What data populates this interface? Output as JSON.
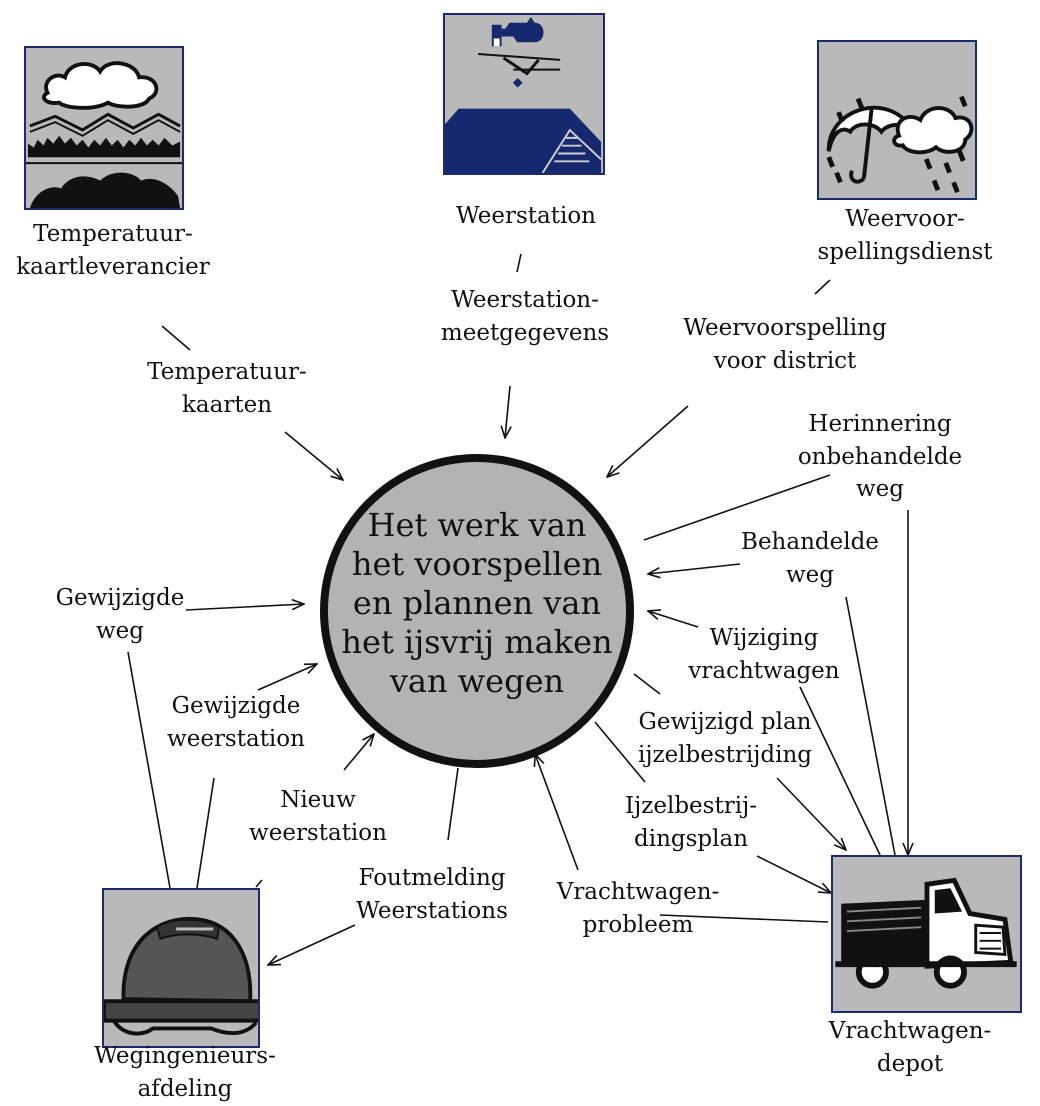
{
  "center": {
    "lines": [
      "Het werk van",
      "het voorspellen",
      "en plannen van",
      "het ijsvrij maken",
      "van wegen"
    ]
  },
  "entities": {
    "temperature_supplier": [
      "Temperatuur-",
      "kaartleverancier"
    ],
    "weather_station": [
      "Weerstation"
    ],
    "forecast_service": [
      "Weervoor-",
      "spellingsdienst"
    ],
    "road_engineering": [
      "Wegingenieurs-",
      "afdeling"
    ],
    "truck_depot": [
      "Vrachtwagen-",
      "depot"
    ]
  },
  "flows": {
    "temperature_maps": [
      "Temperatuur-",
      "kaarten"
    ],
    "station_measurements": [
      "Weerstation-",
      "meetgegevens"
    ],
    "district_forecast": [
      "Weervoorspelling",
      "voor district"
    ],
    "untreated_road_reminder": [
      "Herinnering",
      "onbehandelde",
      "weg"
    ],
    "treated_road": [
      "Behandelde",
      "weg"
    ],
    "truck_change": [
      "Wijziging",
      "vrachtwagen"
    ],
    "changed_deicing_plan": [
      "Gewijzigd plan",
      "ijzelbestrijding"
    ],
    "deicing_plan": [
      "Ijzelbestrij-",
      "dingsplan"
    ],
    "truck_problem": [
      "Vrachtwagen-",
      "probleem"
    ],
    "changed_road": [
      "Gewijzigde",
      "weg"
    ],
    "changed_station": [
      "Gewijzigde",
      "weerstation"
    ],
    "new_station": [
      "Nieuw",
      "weerstation"
    ],
    "station_fault": [
      "Foutmelding",
      "Weerstations"
    ]
  },
  "colors": {
    "process_fill": "#b3b3b3",
    "process_border": "#111111",
    "icon_bg": "#b9b9b9",
    "icon_border": "#1c2a6e",
    "navy": "#17296e"
  }
}
